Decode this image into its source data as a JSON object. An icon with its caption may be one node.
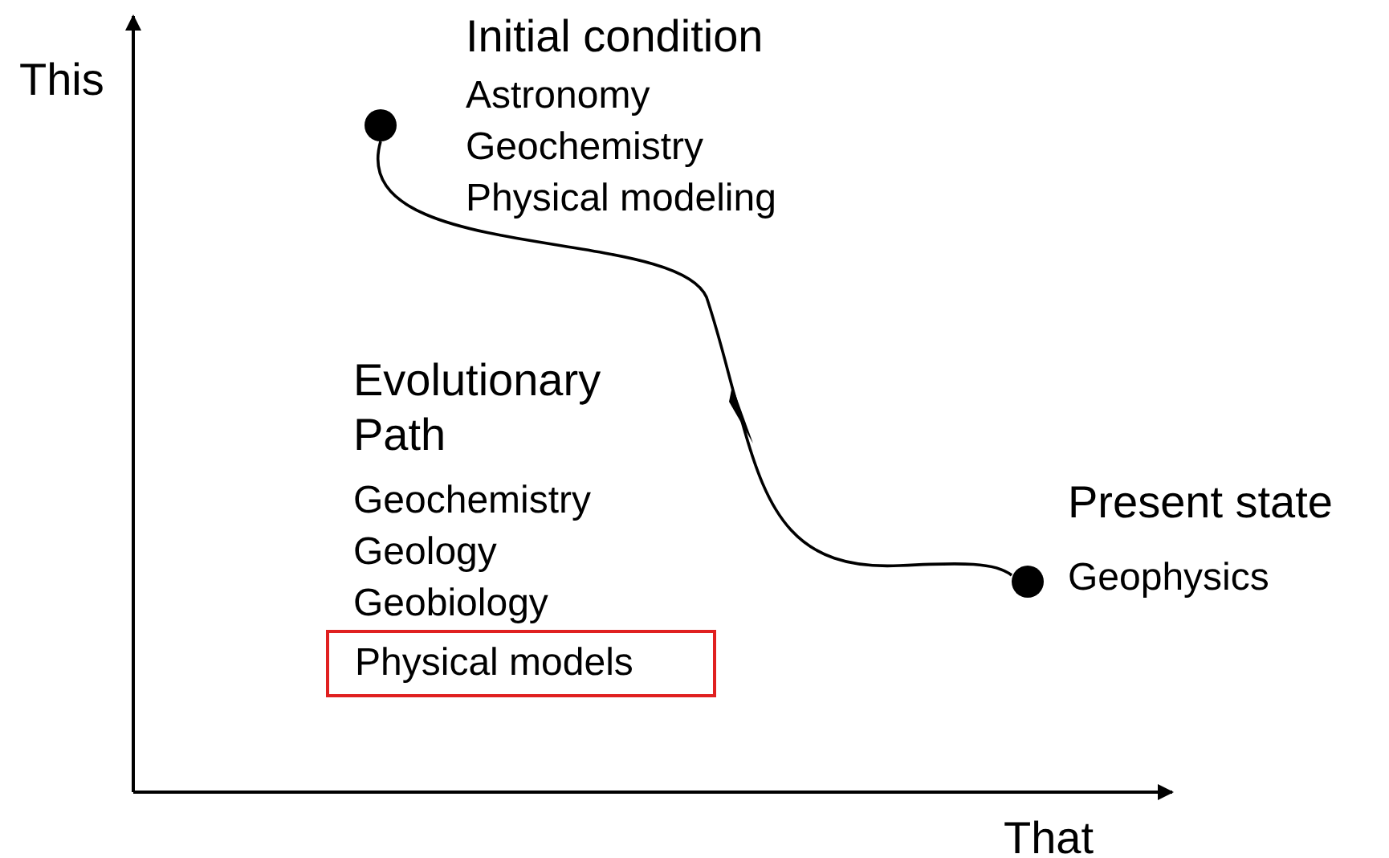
{
  "diagram": {
    "nodes": [
      {
        "text": [],
        "shape": "circle",
        "beside": [
          "Initial condition",
          "Astronomy",
          "Geochemistry",
          "Physical modeling"
        ]
      },
      {
        "text": [],
        "shape": "circle",
        "beside": [
          "Present state",
          "Geophysics"
        ]
      },
      {
        "text": [
          "Physical models"
        ]
      }
    ],
    "edges": [
      {
        "from": 0,
        "to": 1,
        "arrow": "to"
      }
    ],
    "labels": [
      "This",
      "Evolutionary Path",
      "Geochemistry",
      "Geology",
      "Geobiology",
      "That"
    ]
  }
}
